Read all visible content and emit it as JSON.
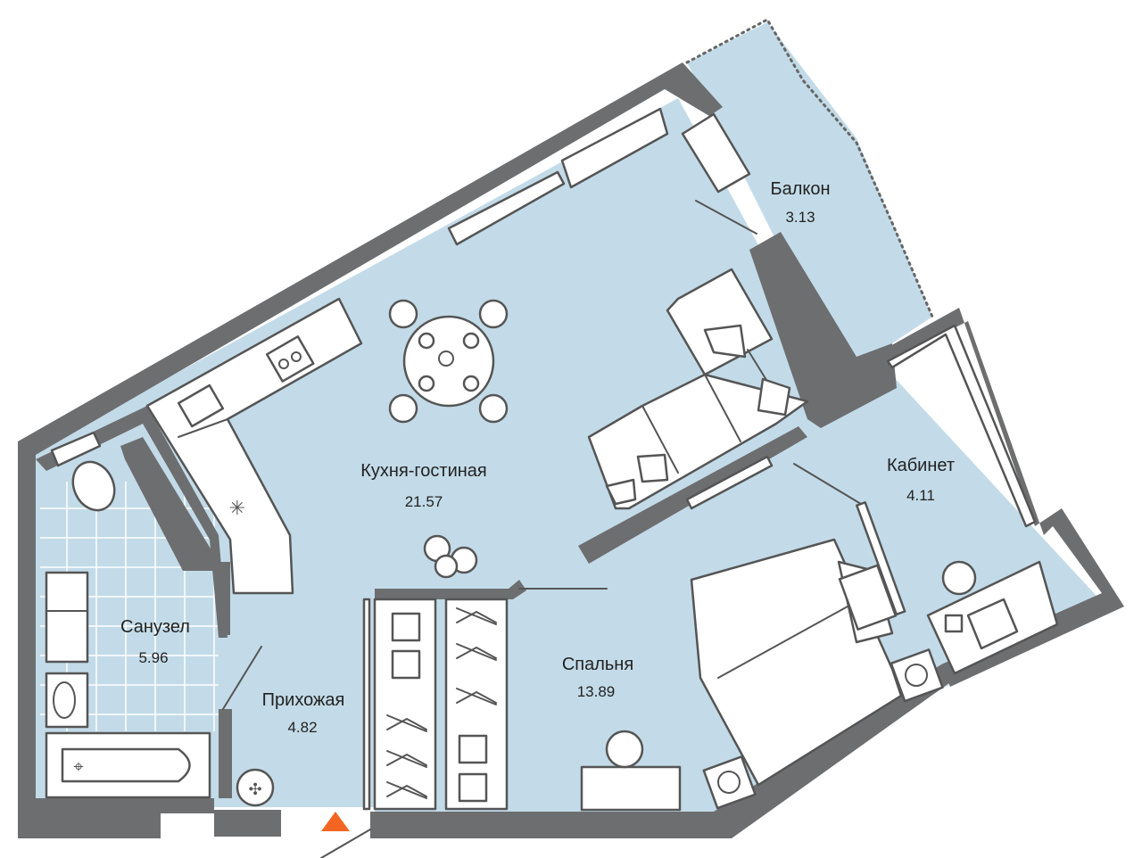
{
  "colors": {
    "floor": "#c3dbe8",
    "wall": "#6d6e70",
    "tile_grid": "#ffffff",
    "furniture_fill": "#ffffff",
    "furniture_line": "#555555",
    "entrance_marker": "#f26522",
    "text": "#222222"
  },
  "rooms": [
    {
      "id": "kitchen-living",
      "name": "Кухня-гостиная",
      "area": "21.57"
    },
    {
      "id": "balcony",
      "name": "Балкон",
      "area": "3.13"
    },
    {
      "id": "study",
      "name": "Кабинет",
      "area": "4.11"
    },
    {
      "id": "bathroom",
      "name": "Санузел",
      "area": "5.96"
    },
    {
      "id": "hallway",
      "name": "Прихожая",
      "area": "4.82"
    },
    {
      "id": "bedroom",
      "name": "Спальня",
      "area": "13.89"
    }
  ],
  "icons": {
    "entrance": "triangle-up",
    "dining_table": "round-table-with-chairs",
    "sofa": "corner-sofa",
    "bed": "double-bed",
    "desk": "desk-with-laptop",
    "bathtub": "bathtub",
    "toilet": "toilet",
    "sink": "sink",
    "stove": "cooktop",
    "plant": "potted-plant",
    "wardrobe": "wardrobe-with-hangers",
    "floor_drain": "drain"
  }
}
